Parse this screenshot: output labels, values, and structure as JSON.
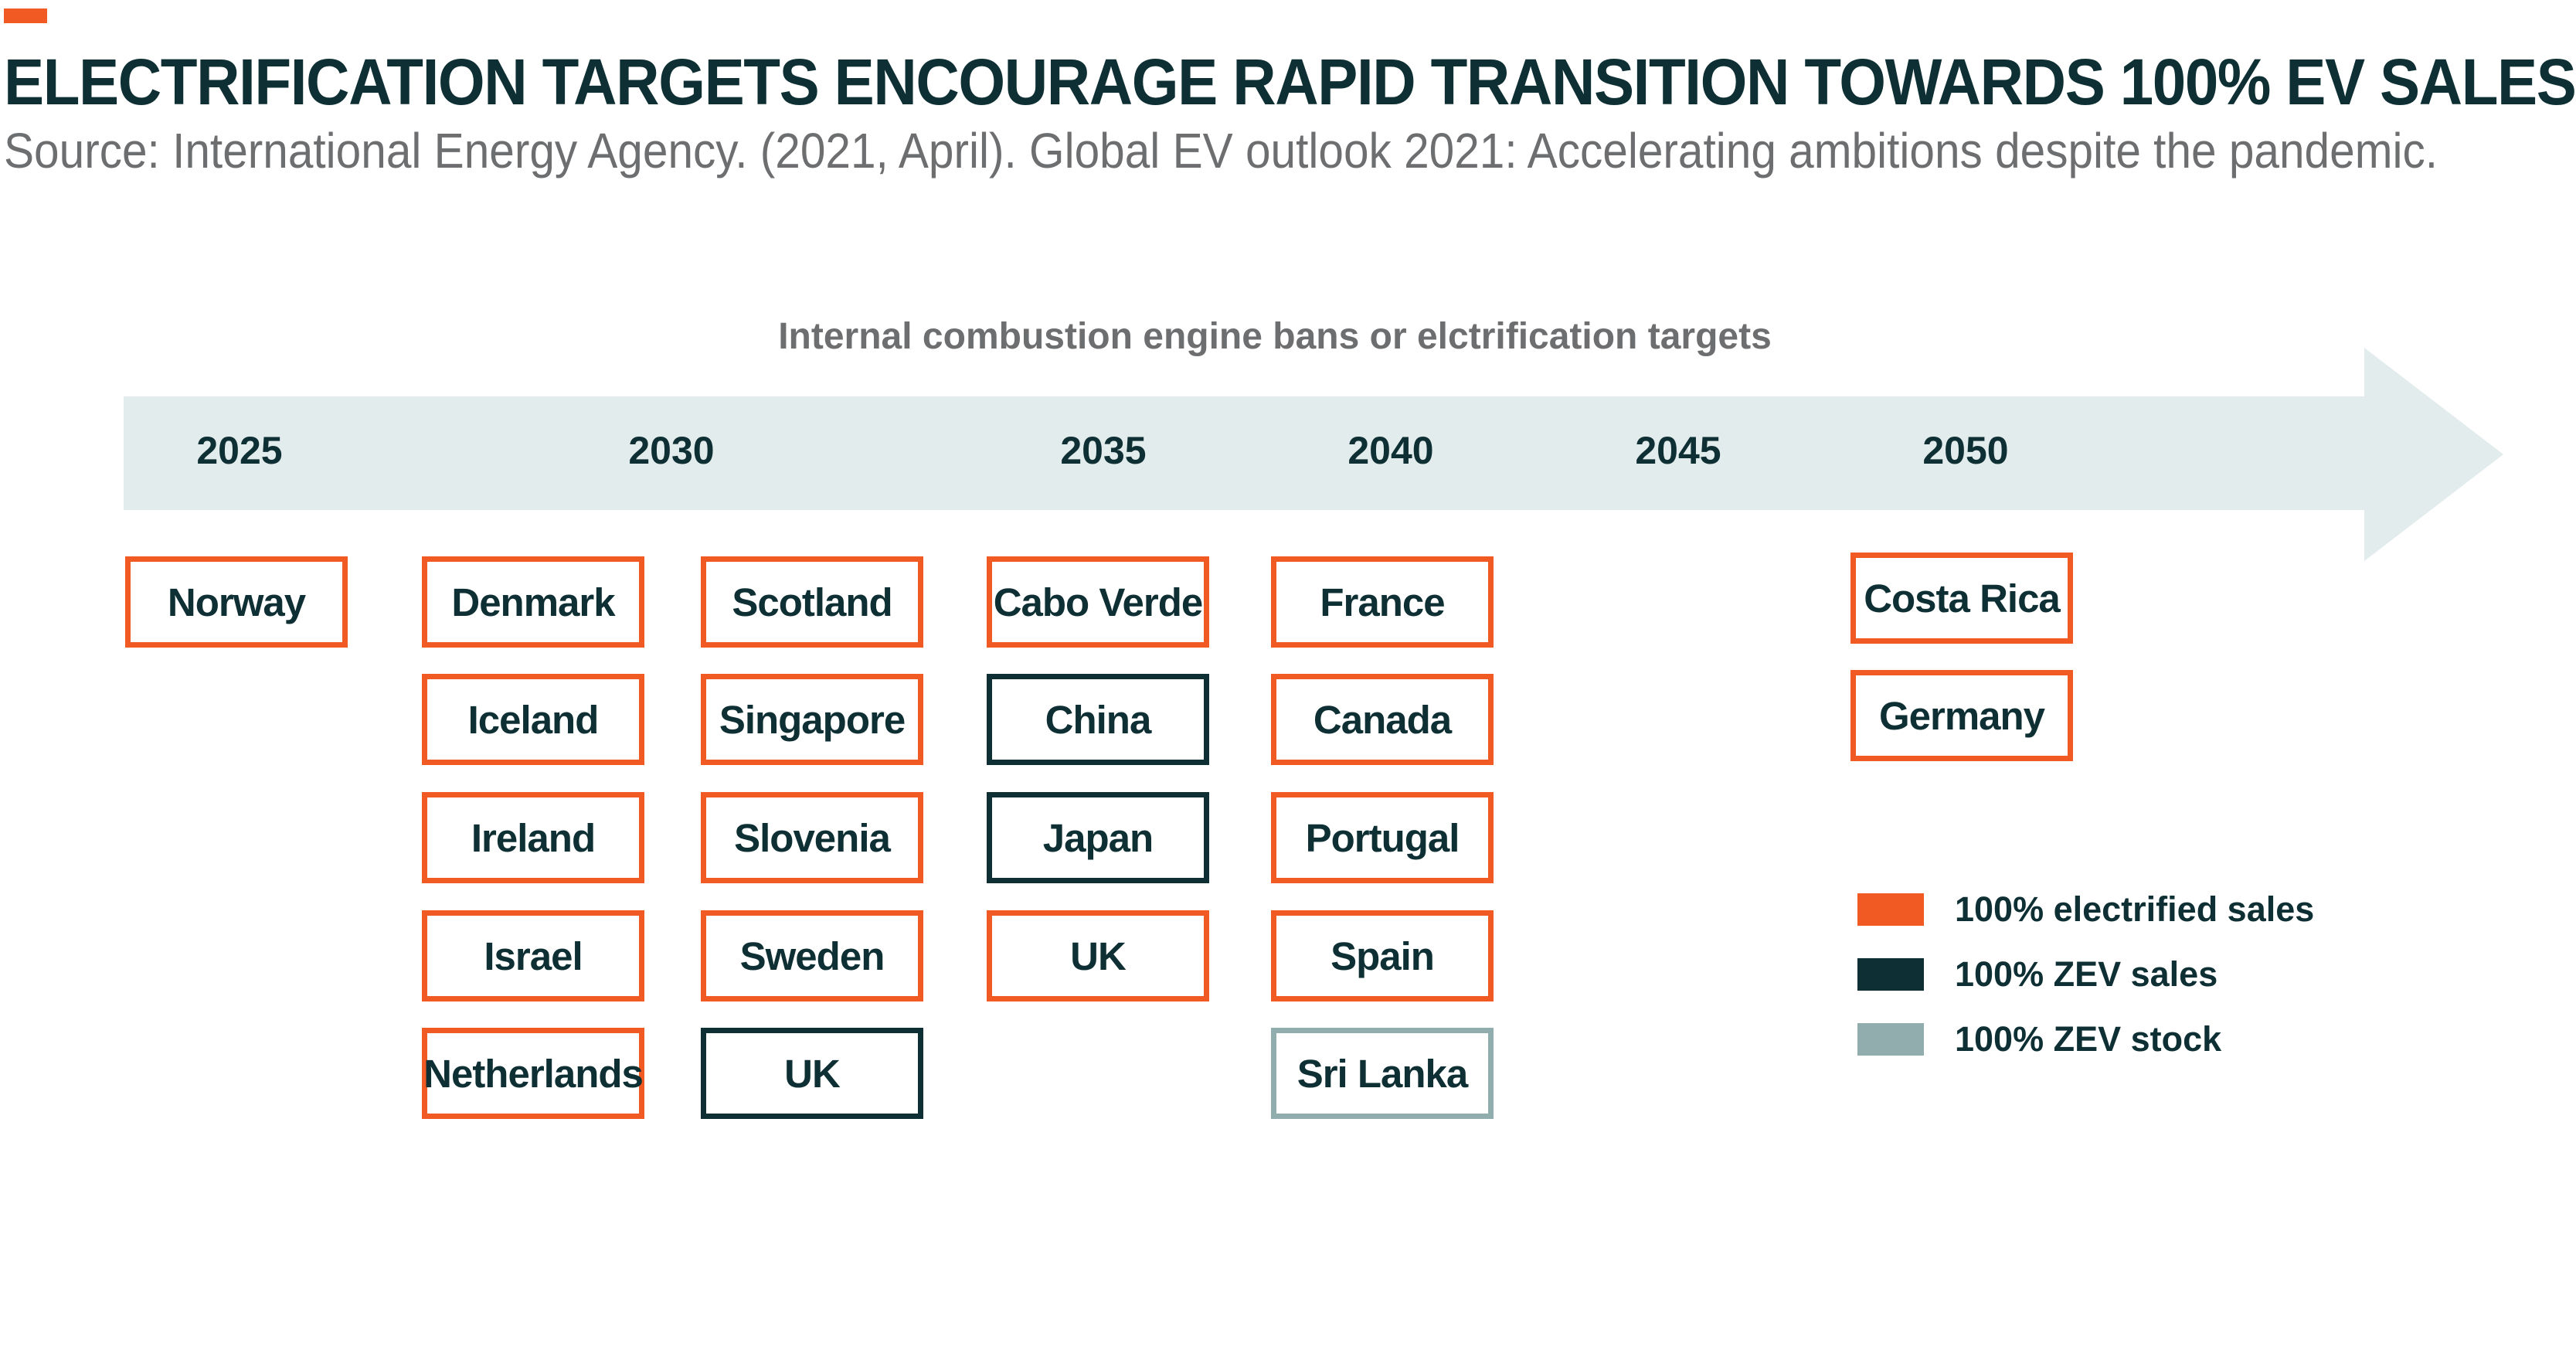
{
  "header": {
    "title": "ELECTRIFICATION TARGETS ENCOURAGE RAPID TRANSITION TOWARDS 100% EV SALES",
    "source": "Source: International Energy Agency. (2021, April). Global EV outlook 2021: Accelerating ambitions despite the pandemic."
  },
  "timeline": {
    "heading": "Internal combustion engine bans or elctrification targets",
    "years": [
      "2025",
      "2030",
      "2035",
      "2040",
      "2045",
      "2050"
    ],
    "colors": {
      "arrow": "#e3ecec",
      "electrified_sales": "#f15a22",
      "zev_sales": "#0e2f33",
      "zev_stock": "#92adad"
    }
  },
  "targets": [
    {
      "country": "Norway",
      "year": "2025",
      "type": "electrified_sales"
    },
    {
      "country": "Denmark",
      "year": "2030",
      "type": "electrified_sales"
    },
    {
      "country": "Iceland",
      "year": "2030",
      "type": "electrified_sales"
    },
    {
      "country": "Ireland",
      "year": "2030",
      "type": "electrified_sales"
    },
    {
      "country": "Israel",
      "year": "2030",
      "type": "electrified_sales"
    },
    {
      "country": "Netherlands",
      "year": "2030",
      "type": "electrified_sales"
    },
    {
      "country": "Scotland",
      "year": "2030",
      "type": "electrified_sales"
    },
    {
      "country": "Singapore",
      "year": "2030",
      "type": "electrified_sales"
    },
    {
      "country": "Slovenia",
      "year": "2030",
      "type": "electrified_sales"
    },
    {
      "country": "Sweden",
      "year": "2030",
      "type": "electrified_sales"
    },
    {
      "country": "UK",
      "year": "2030",
      "type": "zev_sales"
    },
    {
      "country": "Cabo Verde",
      "year": "2035",
      "type": "electrified_sales"
    },
    {
      "country": "China",
      "year": "2035",
      "type": "zev_sales"
    },
    {
      "country": "Japan",
      "year": "2035",
      "type": "zev_sales"
    },
    {
      "country": "UK",
      "year": "2035",
      "type": "electrified_sales"
    },
    {
      "country": "France",
      "year": "2040",
      "type": "electrified_sales"
    },
    {
      "country": "Canada",
      "year": "2040",
      "type": "electrified_sales"
    },
    {
      "country": "Portugal",
      "year": "2040",
      "type": "electrified_sales"
    },
    {
      "country": "Spain",
      "year": "2040",
      "type": "electrified_sales"
    },
    {
      "country": "Sri Lanka",
      "year": "2040",
      "type": "zev_stock"
    },
    {
      "country": "Costa Rica",
      "year": "2050",
      "type": "electrified_sales"
    },
    {
      "country": "Germany",
      "year": "2050",
      "type": "electrified_sales"
    }
  ],
  "legend": [
    {
      "label": "100% electrified sales",
      "color": "#f15a22"
    },
    {
      "label": "100% ZEV sales",
      "color": "#0e2f33"
    },
    {
      "label": "100% ZEV stock",
      "color": "#92adad"
    }
  ]
}
